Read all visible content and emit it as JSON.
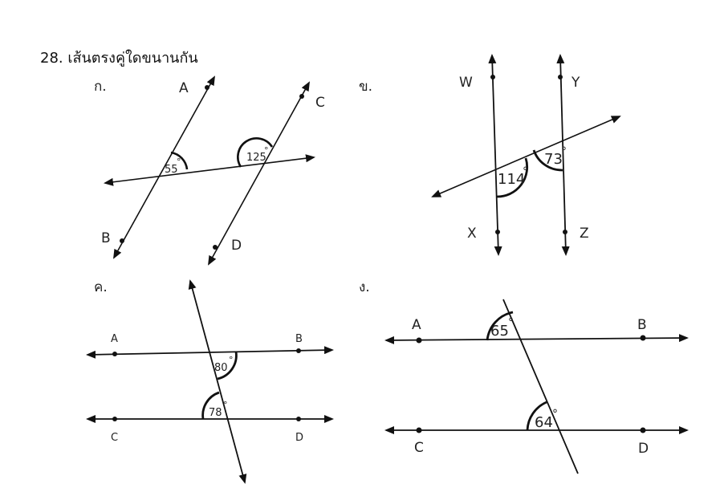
{
  "question": {
    "title": "28. เส้นตรงคู่ใดขนานกัน"
  },
  "panels": {
    "ko": {
      "label": "ก.",
      "points": {
        "A": "A",
        "B": "B",
        "C": "C",
        "D": "D"
      },
      "angles": {
        "a1": "55",
        "a2": "125"
      }
    },
    "kho": {
      "label": "ข.",
      "points": {
        "W": "W",
        "X": "X",
        "Y": "Y",
        "Z": "Z"
      },
      "angles": {
        "a1": "114",
        "a2": "73"
      }
    },
    "kho2": {
      "label": "ค.",
      "points": {
        "A": "A",
        "B": "B",
        "C": "C",
        "D": "D"
      },
      "angles": {
        "a1": "80",
        "a2": "78"
      }
    },
    "ngo": {
      "label": "ง.",
      "points": {
        "A": "A",
        "B": "B",
        "C": "C",
        "D": "D"
      },
      "angles": {
        "a1": "65",
        "a2": "64"
      }
    }
  },
  "degree_symbol": "°"
}
